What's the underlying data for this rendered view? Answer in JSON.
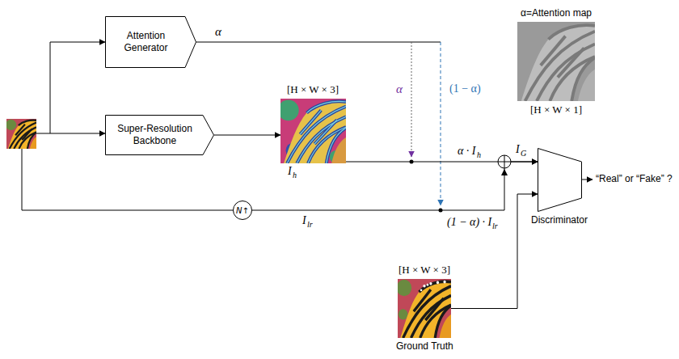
{
  "diagram": {
    "nodes": [
      {
        "text": [
          "Attention Generator"
        ]
      },
      {
        "text": [
          "α=Attention map",
          "[H × W × 1]"
        ]
      },
      {
        "text": [
          "Super-Resolution Backbone"
        ]
      },
      {
        "text": [
          "[H × W × 3]"
        ]
      },
      {
        "text": [
          "N↑"
        ]
      },
      {
        "text": [
          "Discriminator"
        ]
      },
      {
        "text": [
          "[H × W × 3]",
          "Ground Truth"
        ]
      }
    ],
    "edges": [
      {
        "from": 2,
        "to": 3,
        "arrow": "to"
      },
      {
        "from": 3,
        "to": 5,
        "arrow": "to"
      },
      {
        "from": 4,
        "to": 5,
        "arrow": "to"
      },
      {
        "from": 6,
        "to": 5,
        "arrow": "to"
      }
    ],
    "labels": [
      "α",
      "α",
      "(1 − α)",
      "I",
      "h",
      "α · I",
      "h",
      "I",
      "G",
      "I",
      "lr",
      "(1 − α) · I",
      "lr",
      "“Real” or “Fake” ?"
    ]
  }
}
